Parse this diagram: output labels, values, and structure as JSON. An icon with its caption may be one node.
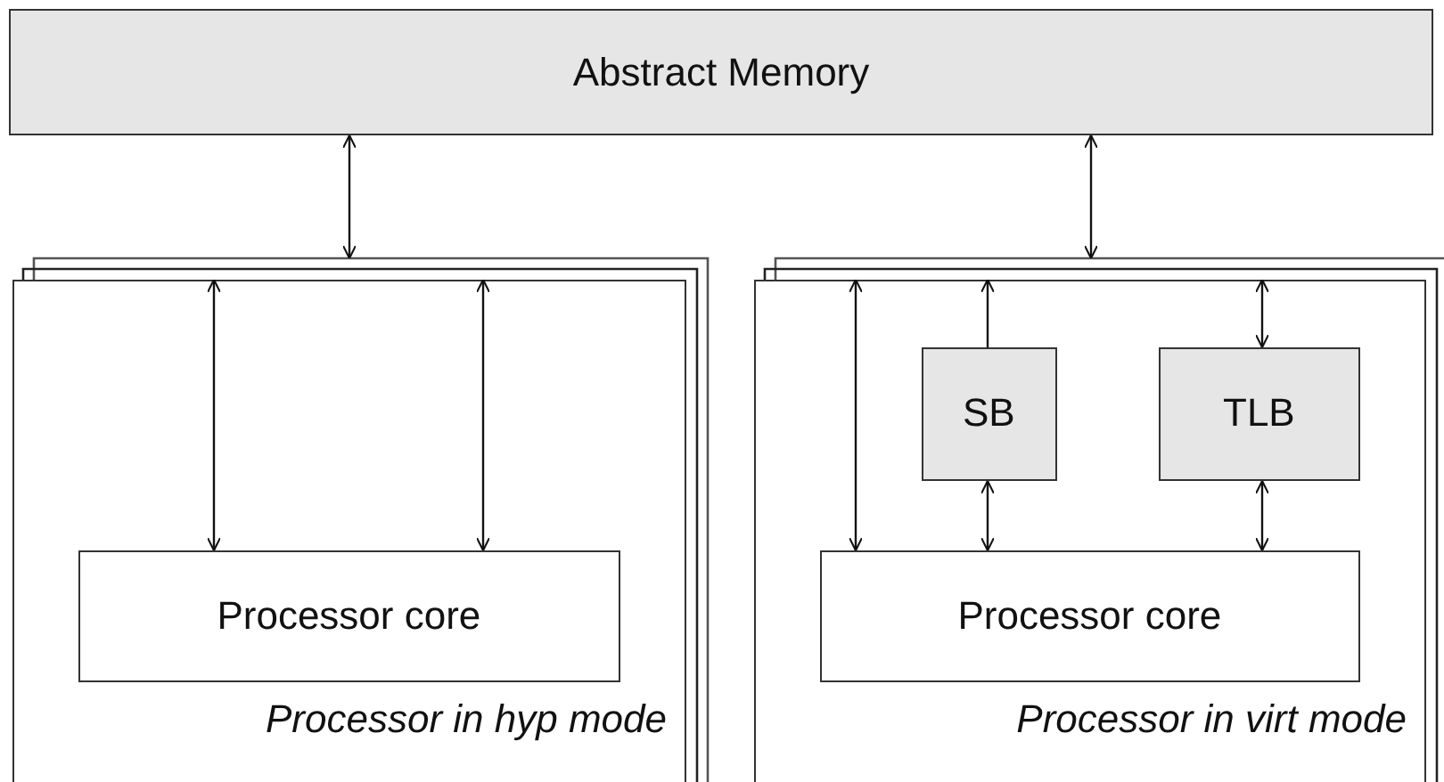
{
  "diagram": {
    "nodes": [
      {
        "text": [
          "Abstract Memory"
        ]
      },
      {
        "text": [
          "Processor in hyp mode"
        ]
      },
      {
        "text": [
          "Processor core"
        ],
        "in": 1
      },
      {
        "text": [
          "Processor in virt mode"
        ]
      },
      {
        "text": [
          "SB"
        ],
        "in": 3
      },
      {
        "text": [
          "TLB"
        ],
        "in": 3
      },
      {
        "text": [
          "Processor core"
        ],
        "in": 3
      }
    ],
    "edges": [
      {
        "from": 0,
        "to": 1,
        "arrow": "both"
      },
      {
        "from": 0,
        "to": 3,
        "arrow": "both"
      },
      {
        "from": 1,
        "to": 2,
        "arrow": "both"
      },
      {
        "from": 1,
        "to": 2,
        "arrow": "both"
      },
      {
        "from": 3,
        "to": 6,
        "arrow": "both"
      },
      {
        "from": 4,
        "to": 3,
        "arrow": "to"
      },
      {
        "from": 5,
        "to": 3,
        "arrow": "both"
      },
      {
        "from": 4,
        "to": 6,
        "arrow": "both"
      },
      {
        "from": 5,
        "to": 6,
        "arrow": "both"
      }
    ]
  }
}
